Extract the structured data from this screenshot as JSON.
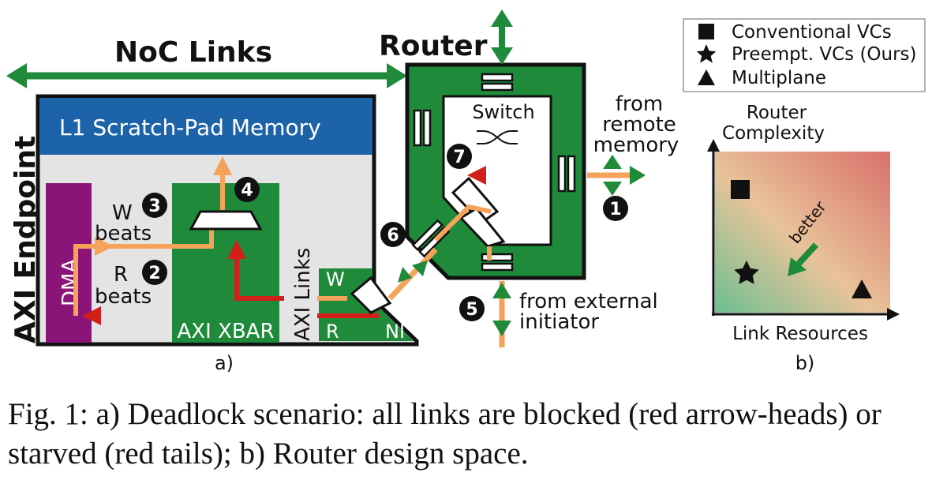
{
  "panel_a": {
    "noc_links_label": "NoC Links",
    "router_label": "Router",
    "endpoint_label": "AXI Endpoint",
    "memory_label": "L1 Scratch-Pad Memory",
    "dma_label": "DMA",
    "xbar_label": "AXI XBAR",
    "axi_links_label": "AXI Links",
    "ni_w_label": "W",
    "ni_r_label": "R",
    "ni_label": "NI",
    "switch_label": "Switch",
    "w_beats_line1": "W",
    "w_beats_line2": "beats",
    "r_beats_line1": "R",
    "r_beats_line2": "beats",
    "remote_line1": "from",
    "remote_line2": "remote",
    "remote_line3": "memory",
    "external_line1": "from external",
    "external_line2": "initiator",
    "steps": [
      "1",
      "2",
      "3",
      "4",
      "5",
      "6",
      "7"
    ],
    "panel_tag": "a)"
  },
  "panel_b": {
    "legend": [
      {
        "marker": "square",
        "label": "Conventional VCs"
      },
      {
        "marker": "star",
        "label": "Preempt. VCs (Ours)"
      },
      {
        "marker": "triangle",
        "label": "Multiplane"
      }
    ],
    "y_axis_line1": "Router",
    "y_axis_line2": "Complexity",
    "x_axis_label": "Link Resources",
    "better_label": "better",
    "panel_tag": "b)"
  },
  "caption": "Fig. 1: a) Deadlock scenario: all links are blocked (red arrow-heads) or starved (red tails); b) Router design space.",
  "colors": {
    "green": "#1e8a3a",
    "dark_green": "#167a2e",
    "blue": "#1c63aa",
    "purple": "#8a1478",
    "light_gray": "#e4e4e4",
    "orange": "#f5a25a",
    "red": "#d21f1a"
  }
}
